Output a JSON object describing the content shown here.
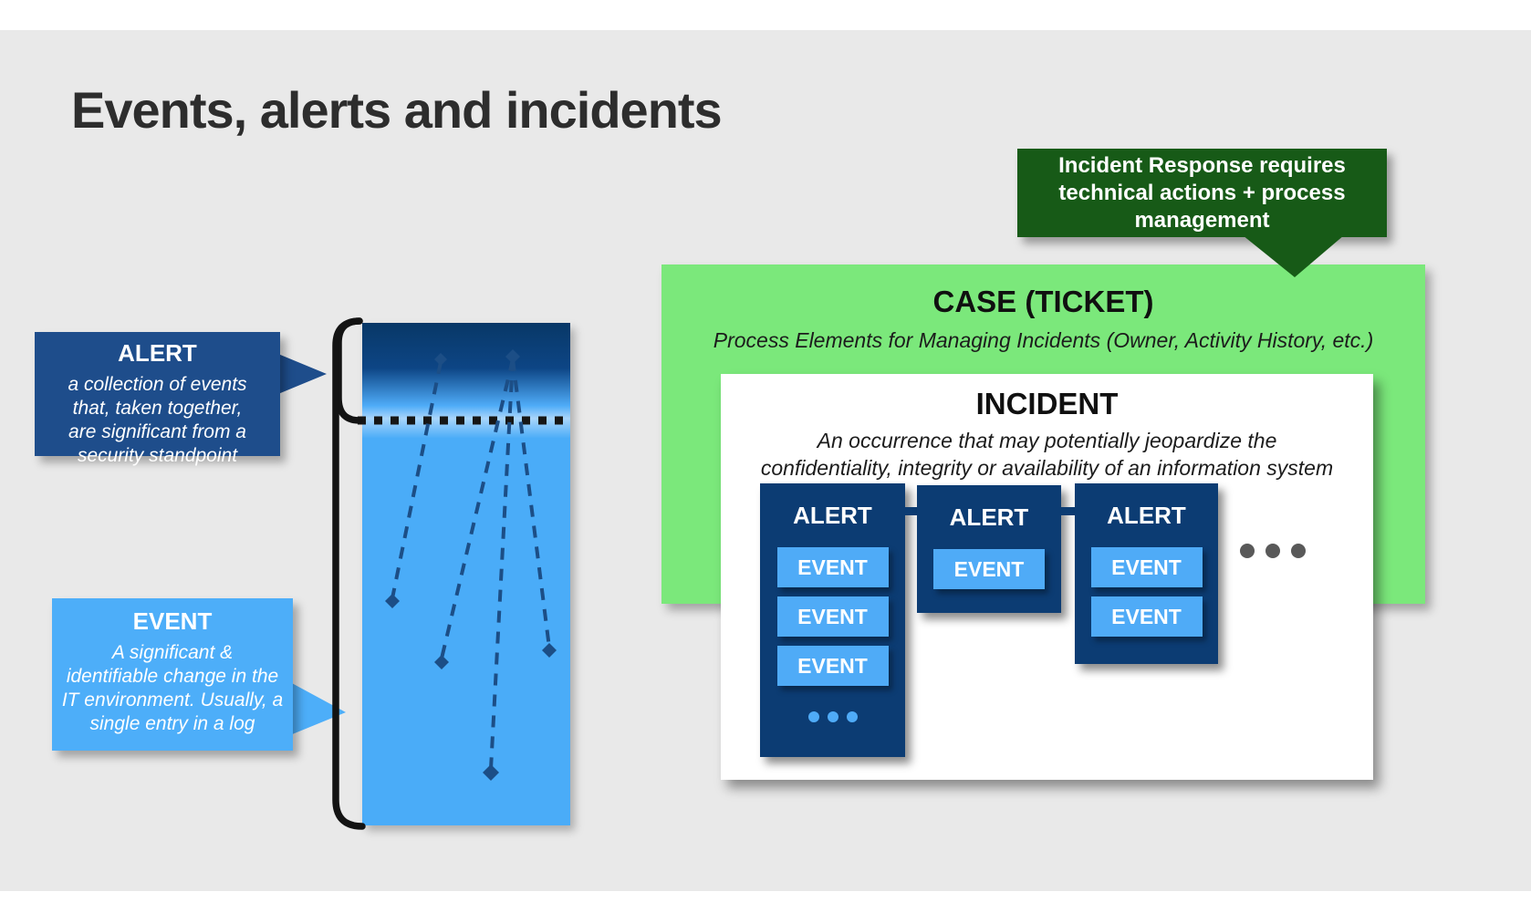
{
  "slide": {
    "title": "Events, alerts and incidents"
  },
  "green_callout": {
    "text": "Incident Response requires technical actions + process management"
  },
  "case_box": {
    "title": "CASE (TICKET)",
    "subtitle": "Process Elements for Managing Incidents (Owner, Activity History, etc.)"
  },
  "incident_box": {
    "title": "INCIDENT",
    "subtitle_line1": "An occurrence that may potentially jeopardize the",
    "subtitle_line2": "confidentiality, integrity or availability of an information system"
  },
  "alerts": [
    {
      "label": "ALERT",
      "events": [
        "EVENT",
        "EVENT",
        "EVENT"
      ],
      "more_indicator": "ellipsis-dots"
    },
    {
      "label": "ALERT",
      "events": [
        "EVENT"
      ]
    },
    {
      "label": "ALERT",
      "events": [
        "EVENT",
        "EVENT"
      ]
    }
  ],
  "alert_callout": {
    "title": "ALERT",
    "lines": [
      "a collection of events",
      "that, taken together,",
      "are significant from a",
      "security standpoint"
    ]
  },
  "event_callout": {
    "title": "EVENT",
    "lines": [
      "A significant &",
      "identifiable change in the",
      "IT environment. Usually, a",
      "single entry in a log"
    ]
  },
  "colors": {
    "slide_background": "#e9e9e9",
    "dark_green": "#175a17",
    "bright_green": "#7be87b",
    "navy_alert": "#0c3c73",
    "navy_callout": "#1e4d8b",
    "light_blue": "#4daef9",
    "event_chip_blue": "#4fabf7",
    "gray_dot": "#595959",
    "black_line": "#161616",
    "dashed_navy": "#1c4e86"
  }
}
